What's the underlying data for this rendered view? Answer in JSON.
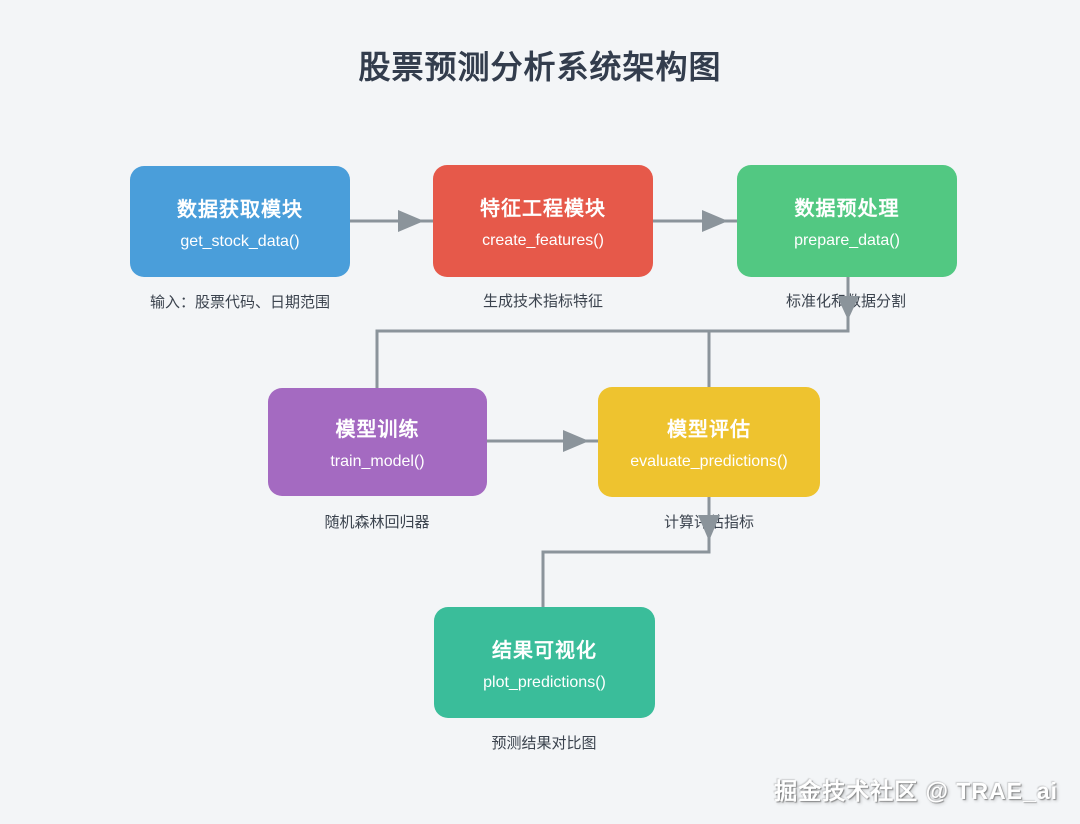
{
  "page": {
    "title": "股票预测分析系统架构图",
    "watermark": "掘金技术社区 @ TRAE_ai"
  },
  "colors": {
    "background": "#f3f5f7",
    "line": "#8b949b",
    "title_text": "#333d4d",
    "caption_text": "#3b434e",
    "box_text": "#ffffff"
  },
  "nodes": [
    {
      "name": "data-acquisition",
      "label": "数据获取模块",
      "function": "get_stock_data()",
      "caption": "输入：股票代码、日期范围",
      "color": "#4a9eda"
    },
    {
      "name": "feature-engineering",
      "label": "特征工程模块",
      "function": "create_features()",
      "caption": "生成技术指标特征",
      "color": "#e6594a"
    },
    {
      "name": "data-preprocessing",
      "label": "数据预处理",
      "function": "prepare_data()",
      "caption": "标准化和数据分割",
      "color": "#52c882"
    },
    {
      "name": "model-training",
      "label": "模型训练",
      "function": "train_model()",
      "caption": "随机森林回归器",
      "color": "#a46ac1"
    },
    {
      "name": "model-evaluation",
      "label": "模型评估",
      "function": "evaluate_predictions()",
      "caption": "计算评估指标",
      "color": "#eec32f"
    },
    {
      "name": "result-visualization",
      "label": "结果可视化",
      "function": "plot_predictions()",
      "caption": "预测结果对比图",
      "color": "#3abd9a"
    }
  ]
}
